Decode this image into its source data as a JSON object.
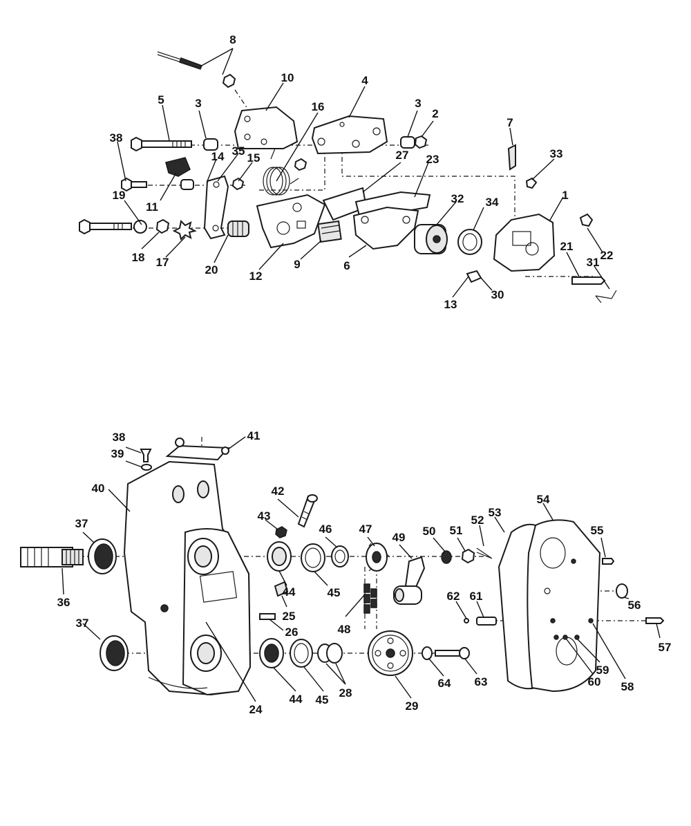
{
  "assemblies": [
    {
      "key": "upper",
      "callouts": [
        "8",
        "10",
        "4",
        "3",
        "2",
        "5",
        "3",
        "16",
        "7",
        "38",
        "33",
        "14",
        "35",
        "15",
        "27",
        "23",
        "19",
        "11",
        "32",
        "34",
        "1",
        "21",
        "31",
        "22",
        "18",
        "17",
        "20",
        "12",
        "9",
        "6",
        "30",
        "13"
      ]
    },
    {
      "key": "lower",
      "callouts": [
        "38",
        "41",
        "39",
        "40",
        "42",
        "43",
        "46",
        "47",
        "49",
        "50",
        "51",
        "52",
        "53",
        "54",
        "55",
        "37",
        "36",
        "44",
        "45",
        "25",
        "48",
        "62",
        "61",
        "56",
        "57",
        "26",
        "37",
        "24",
        "44",
        "45",
        "28",
        "29",
        "64",
        "63",
        "59",
        "60",
        "58"
      ]
    }
  ]
}
